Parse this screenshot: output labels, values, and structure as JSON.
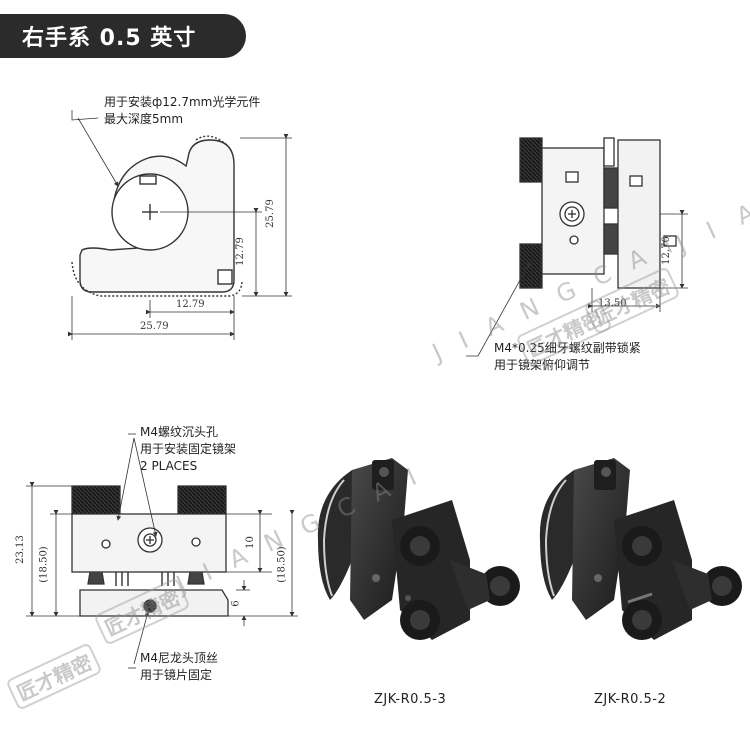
{
  "title": "右手系 0.5 英寸",
  "top_left": {
    "note_line1": "用于安装ф12.7mm光学元件",
    "note_line2": "最大深度5mm",
    "dim_h1": "12.79",
    "dim_h2": "25.79",
    "dim_v1": "12.79",
    "dim_v2": "25.79"
  },
  "top_right": {
    "dim_v": "12.70",
    "dim_h": "13.50",
    "note_line1": "M4*0.25细牙螺纹副带锁紧",
    "note_line2": "用于镜架俯仰调节"
  },
  "bottom_left": {
    "note_line1": "M4螺纹沉头孔",
    "note_line2": "用于安装固定镜架",
    "note_line3": "2 PLACES",
    "dim_23": "23.13",
    "dim_18a": "(18.50)",
    "dim_10": "10",
    "dim_18b": "(18.50)",
    "dim_6": "6",
    "bottom_note1": "M4尼龙头顶丝",
    "bottom_note2": "用于镜片固定"
  },
  "models": {
    "left": "ZJK-R0.5-3",
    "right": "ZJK-R0.5-2"
  },
  "watermark": {
    "text1": "JIANGCAI",
    "text2": "JIANGCAI",
    "text3": "JIA",
    "logo": "匠才精密"
  }
}
